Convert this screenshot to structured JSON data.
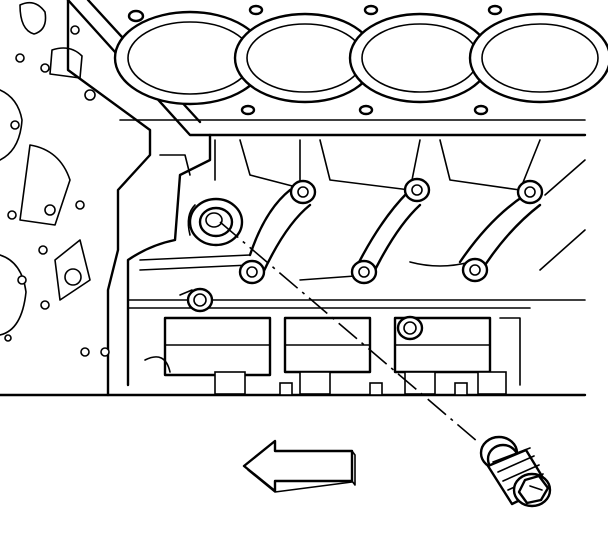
{
  "diagram": {
    "kind": "engine-block-line-drawing",
    "labels": [],
    "arrow_direction": "left",
    "colors": {
      "line": "#000000",
      "background": "#ffffff"
    },
    "icons": [
      "engine-block",
      "cylinder-bore",
      "oil-gallery-plug",
      "direction-arrow"
    ]
  }
}
